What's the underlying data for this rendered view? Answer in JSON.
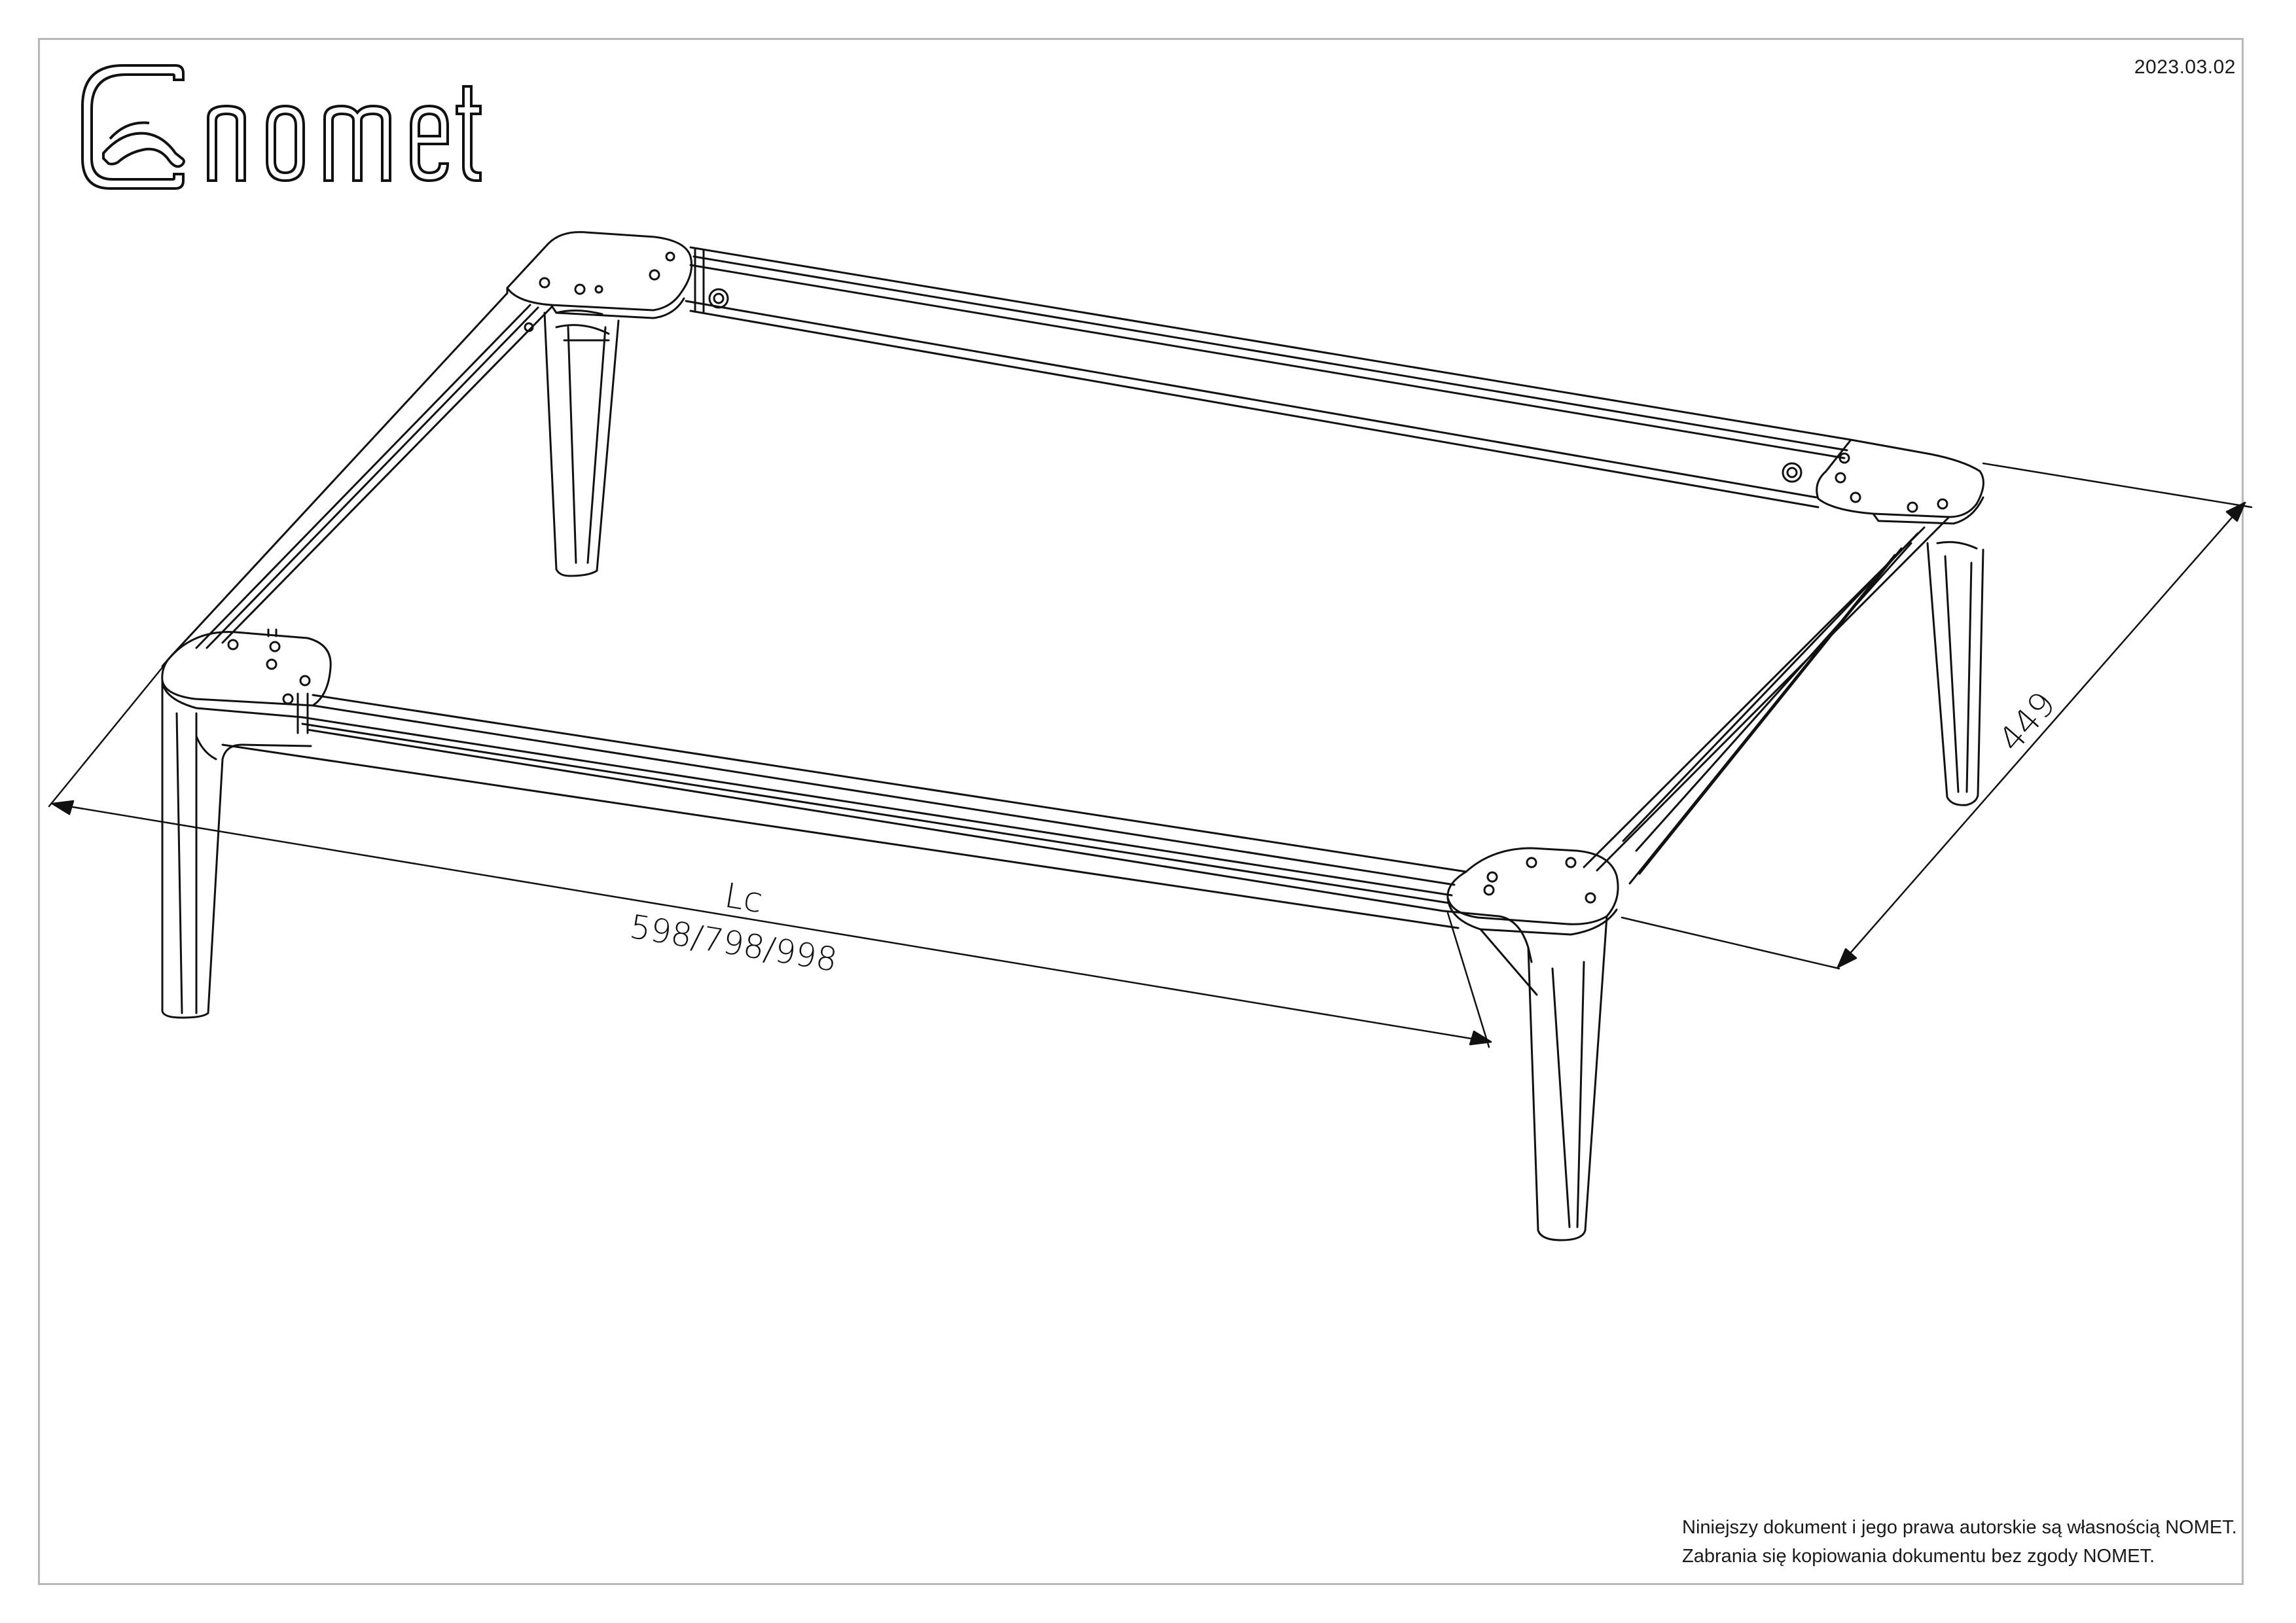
{
  "header": {
    "brand": "nomet",
    "date": "2023.03.02"
  },
  "drawing": {
    "dim_length_label": "Lc",
    "dim_length_values": "598/798/998",
    "dim_depth_value": "449"
  },
  "footer": {
    "copyright_line1": "Niniejszy dokument i jego prawa autorskie są własnością NOMET.",
    "copyright_line2": "Zabrania się kopiowania dokumentu bez zgody NOMET."
  },
  "colors": {
    "line": "#111111",
    "frame": "#b8b8b8"
  }
}
